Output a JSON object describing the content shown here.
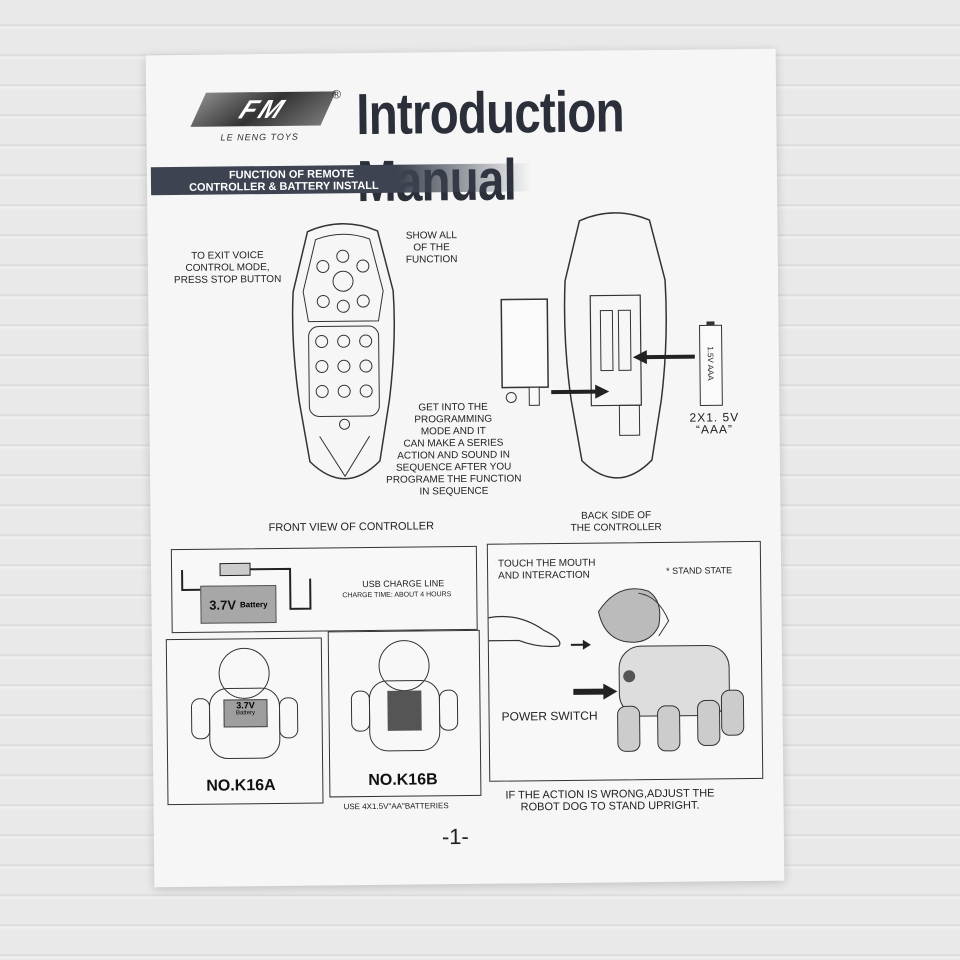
{
  "brand": {
    "logo": "FM",
    "registered": "®",
    "name": "LE NENG TOYS"
  },
  "title": "Introduction Manual",
  "banner": {
    "line1": "FUNCTION OF REMOTE",
    "line2": "CONTROLLER & BATTERY INSTALL"
  },
  "remote_labels": {
    "exit_voice": [
      "TO EXIT VOICE",
      "CONTROL MODE,",
      "PRESS STOP BUTTON"
    ],
    "show_all": [
      "SHOW ALL",
      "OF  THE",
      "FUNCTION"
    ],
    "programming": [
      "GET INTO THE",
      "PROGRAMMING",
      "MODE AND IT",
      "CAN MAKE A SERIES",
      "ACTION AND SOUND IN",
      "SEQUENCE  AFTER YOU",
      "PROGRAME THE FUNCTION",
      "IN SEQUENCE"
    ],
    "front_view": "FRONT VIEW OF CONTROLLER",
    "back_side": [
      "BACK SIDE OF",
      "THE CONTROLLER"
    ],
    "battery_count": [
      "2X1. 5V",
      "“AAA”"
    ],
    "battery_label": "1.5V AAA"
  },
  "charge": {
    "battery": "3.7V",
    "battery_word": "Battery",
    "usb_line": "USB CHARGE LINE",
    "charge_time": "CHARGE TIME: ABOUT 4 HOURS"
  },
  "models": {
    "k16a": "NO.K16A",
    "k16b": "NO.K16B",
    "k16a_battery": "3.7V",
    "k16a_battery_word": "Battery",
    "k16b_note": "USE 4X1.5V\"AA\"BATTERIES"
  },
  "dog": {
    "touch": [
      "TOUCH THE MOUTH",
      "AND INTERACTION"
    ],
    "stand": "* STAND STATE",
    "power": "POWER SWITCH",
    "adjust": [
      "IF THE ACTION IS WRONG,ADJUST THE",
      "ROBOT DOG TO STAND UPRIGHT."
    ]
  },
  "page_number": "-1-"
}
